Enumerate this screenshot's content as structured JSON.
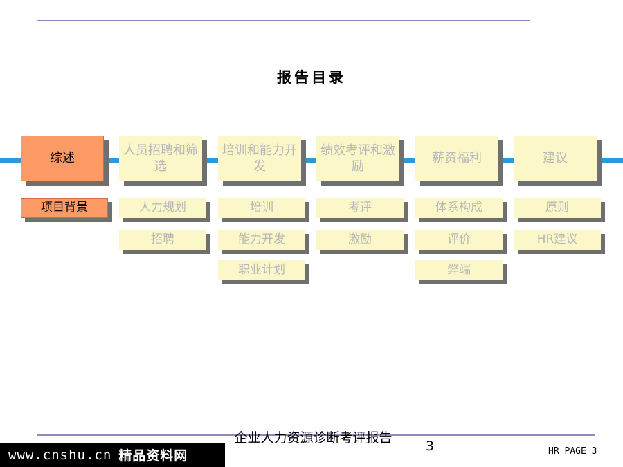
{
  "title": "报告目录",
  "columns": [
    {
      "main": "综述",
      "subs": [
        "项目背景"
      ]
    },
    {
      "main": "人员招聘和筛选",
      "subs": [
        "人力规划",
        "招聘"
      ]
    },
    {
      "main": "培训和能力开发",
      "subs": [
        "培训",
        "能力开发",
        "职业计划"
      ]
    },
    {
      "main": "绩效考评和激励",
      "subs": [
        "考评",
        "激励"
      ]
    },
    {
      "main": "薪资福利",
      "subs": [
        "体系构成",
        "评价",
        "弊端"
      ]
    },
    {
      "main": "建议",
      "subs": [
        "原则",
        "HR建议"
      ]
    }
  ],
  "footer": {
    "report_title": "企业人力资源诊断考评报告",
    "page_number": "3",
    "page_label": "HR PAGE 3"
  },
  "watermark": {
    "url": "www.cnshu.cn",
    "text": "精品资料网"
  },
  "colors": {
    "active_box": "#fc9a66",
    "inactive_box": "#fbf7c8",
    "inactive_text": "#b7b7b7",
    "bar": "#2f98d8",
    "rule": "#8a8cc0"
  }
}
